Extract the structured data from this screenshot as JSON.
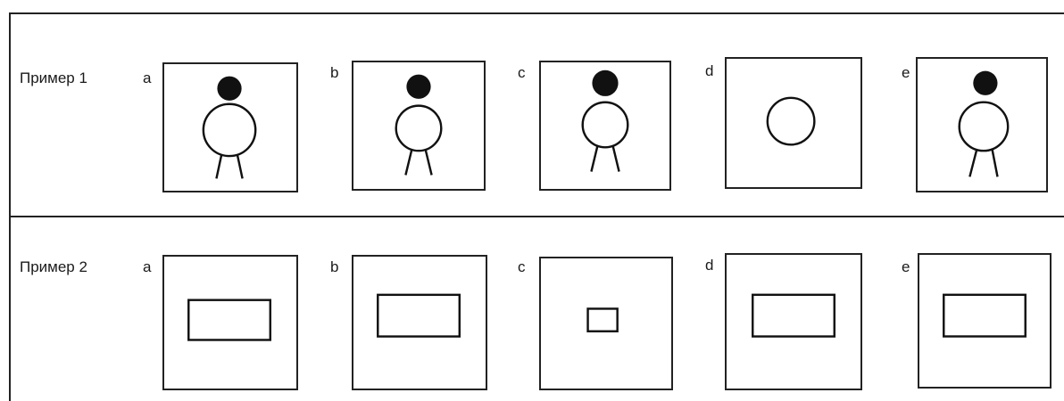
{
  "rows": [
    {
      "label": "Пример 1",
      "options": [
        {
          "letter": "a",
          "figure": "head-body-legs"
        },
        {
          "letter": "b",
          "figure": "head-body-legs"
        },
        {
          "letter": "c",
          "figure": "head-body-legs"
        },
        {
          "letter": "d",
          "figure": "body-only"
        },
        {
          "letter": "e",
          "figure": "head-body-legs"
        }
      ]
    },
    {
      "label": "Пример 2",
      "options": [
        {
          "letter": "a",
          "figure": "rectangle"
        },
        {
          "letter": "b",
          "figure": "rectangle"
        },
        {
          "letter": "c",
          "figure": "small-rectangle"
        },
        {
          "letter": "d",
          "figure": "rectangle"
        },
        {
          "letter": "e",
          "figure": "rectangle"
        }
      ]
    }
  ]
}
